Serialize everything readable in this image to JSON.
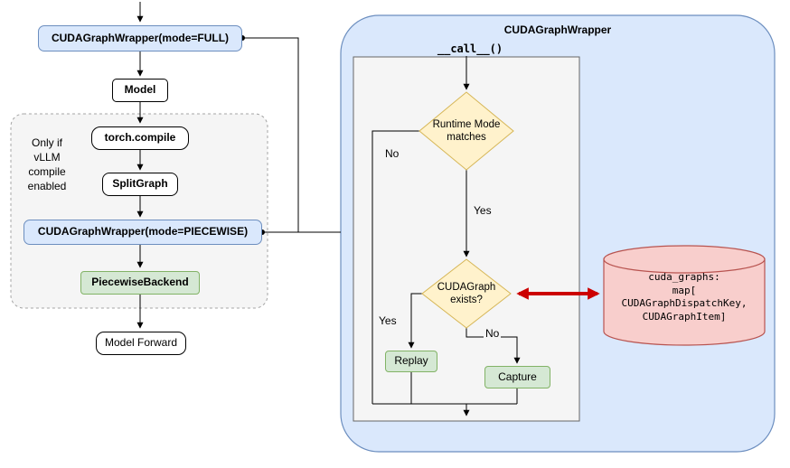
{
  "colors": {
    "node_blue_fill": "#dae8fc",
    "node_blue_border": "#6c8ebf",
    "node_green_fill": "#d5e8d4",
    "node_green_border": "#82b366",
    "diamond_yellow_fill": "#fff2cc",
    "diamond_yellow_border": "#d6b656",
    "store_red_fill": "#f8cecc",
    "store_red_border": "#b85450",
    "panel_blue_fill": "#dae8fc",
    "group_gray_fill": "#f5f5f5",
    "arrow_red": "#cc0000",
    "line_black": "#000000"
  },
  "left_flow": {
    "full_wrapper_label": "CUDAGraphWrapper(mode=FULL)",
    "model_label": "Model",
    "group_caption": "Only if\nvLLM\ncompile\nenabled",
    "torch_compile_label": "torch.compile",
    "split_graph_label": "SplitGraph",
    "piecewise_wrapper_label": "CUDAGraphWrapper(mode=PIECEWISE)",
    "piecewise_backend_label": "PiecewiseBackend",
    "model_forward_label": "Model Forward"
  },
  "wrapper_panel": {
    "title": "CUDAGraphWrapper",
    "call_label": "__call__()",
    "runtime_diamond_label": "Runtime Mode\nmatches",
    "exists_diamond_label": "CUDAGraph\nexists?",
    "no_label_1": "No",
    "yes_label_1": "Yes",
    "yes_label_2": "Yes",
    "no_label_2": "No",
    "replay_label": "Replay",
    "capture_label": "Capture"
  },
  "store": {
    "title": "cuda_graphs:",
    "map_line_1": "map[",
    "map_line_2": "CUDAGraphDispatchKey,",
    "map_line_3": "CUDAGraphItem]"
  }
}
